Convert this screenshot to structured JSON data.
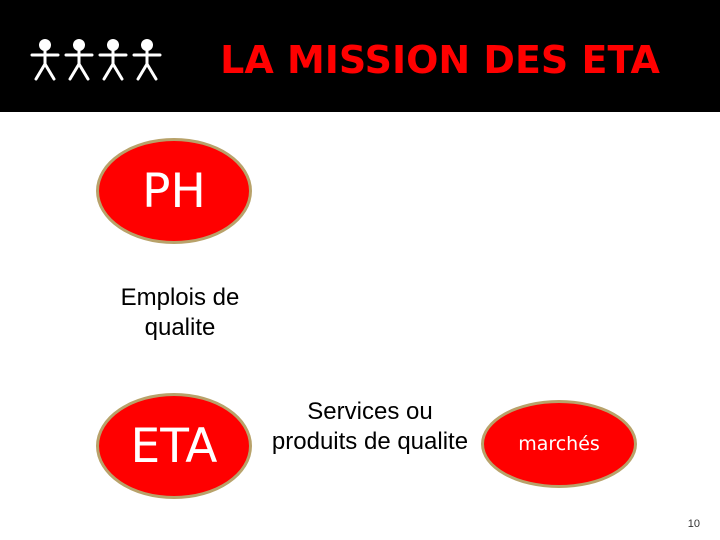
{
  "header": {
    "title": "LA MISSION DES ETA",
    "icon": "people-group-icon",
    "title_color": "#ff0000",
    "background": "#000000"
  },
  "nodes": {
    "ph": "PH",
    "eta": "ETA",
    "marches": "marchés"
  },
  "labels": {
    "emplois": "Emplois de qualite",
    "services": "Services ou produits de qualite"
  },
  "colors": {
    "oval_fill": "#ff0000",
    "oval_border": "#b8a26a",
    "oval_text": "#ffffff"
  },
  "page_number": "10"
}
